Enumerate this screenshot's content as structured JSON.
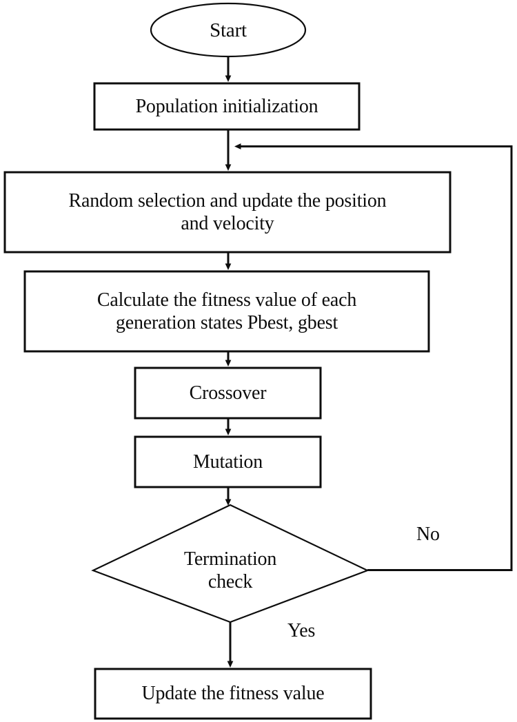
{
  "diagram": {
    "title": "PSO-GA hybrid optimization flowchart",
    "background_color": "#ffffff",
    "stroke_color": "#0d0d0d",
    "text_color": "#0d0d0d",
    "nodes": [
      {
        "id": "start",
        "shape": "ellipse",
        "label": "Start"
      },
      {
        "id": "popinit",
        "shape": "rectangle",
        "label": "Population initialization"
      },
      {
        "id": "randsel",
        "shape": "rectangle",
        "label": "Random selection and update the position\nand velocity"
      },
      {
        "id": "calcfit",
        "shape": "rectangle",
        "label": "Calculate the fitness value of each\ngeneration states Pbest, gbest"
      },
      {
        "id": "crossover",
        "shape": "rectangle",
        "label": "Crossover"
      },
      {
        "id": "mutation",
        "shape": "rectangle",
        "label": "Mutation"
      },
      {
        "id": "termcheck",
        "shape": "diamond",
        "label": "Termination\ncheck"
      },
      {
        "id": "updatefit",
        "shape": "rectangle",
        "label": "Update the fitness value"
      }
    ],
    "edges": [
      {
        "id": "e-start-popinit",
        "from": "start",
        "to": "popinit",
        "label": ""
      },
      {
        "id": "e-popinit-randsel",
        "from": "popinit",
        "to": "randsel",
        "label": ""
      },
      {
        "id": "e-randsel-calcfit",
        "from": "randsel",
        "to": "calcfit",
        "label": ""
      },
      {
        "id": "e-calcfit-crossover",
        "from": "calcfit",
        "to": "crossover",
        "label": ""
      },
      {
        "id": "e-crossover-mutation",
        "from": "crossover",
        "to": "mutation",
        "label": ""
      },
      {
        "id": "e-mutation-termcheck",
        "from": "mutation",
        "to": "termcheck",
        "label": ""
      },
      {
        "id": "e-termcheck-updatefit",
        "from": "termcheck",
        "to": "updatefit",
        "label": "Yes"
      },
      {
        "id": "e-termcheck-loopback",
        "from": "termcheck",
        "to": "randsel",
        "label": "No"
      }
    ],
    "edge_labels": {
      "no": "No",
      "yes": "Yes"
    }
  }
}
